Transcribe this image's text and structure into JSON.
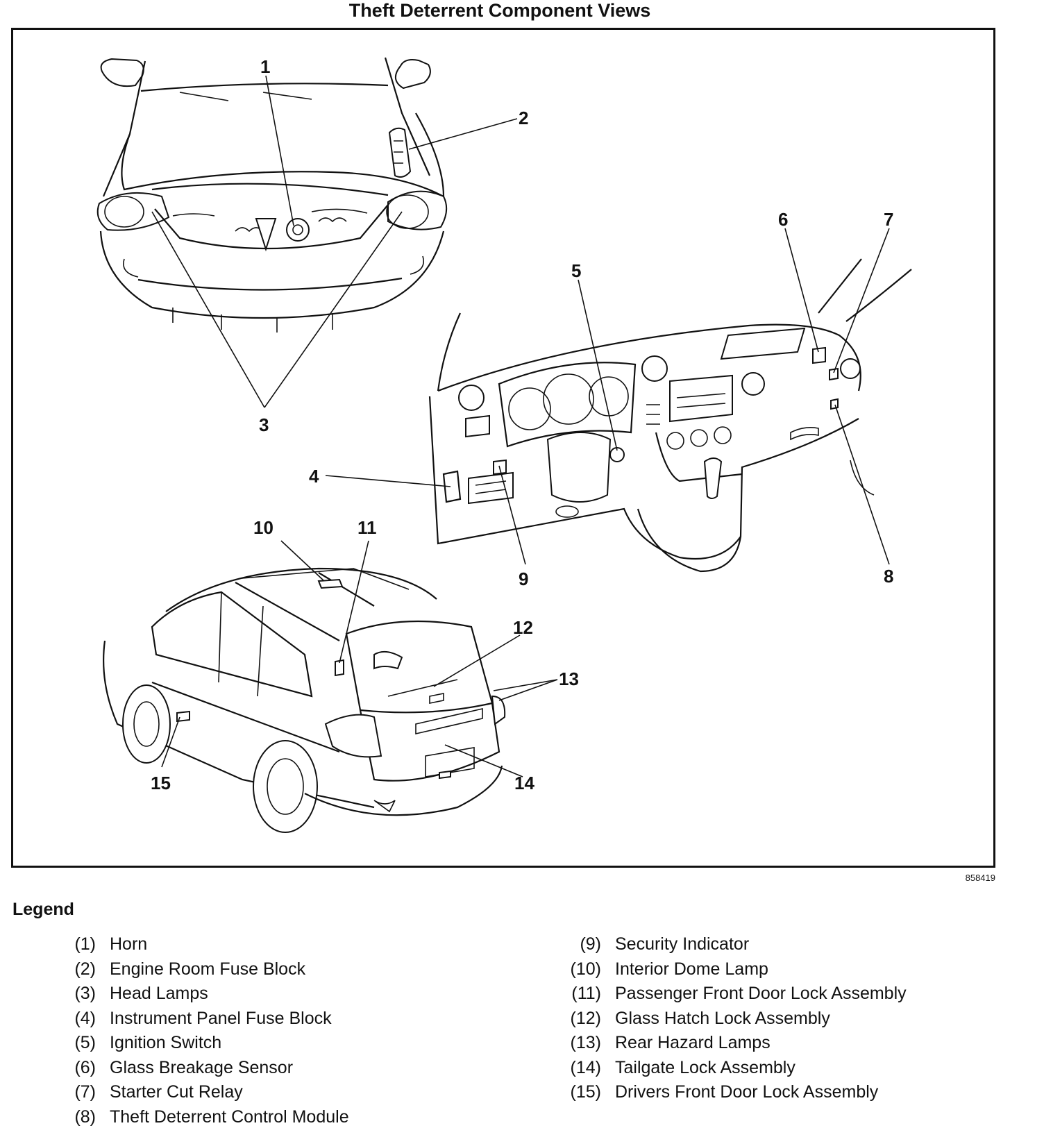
{
  "title": "Theft Deterrent Component Views",
  "figure_id": "858419",
  "callouts": [
    "1",
    "2",
    "3",
    "4",
    "5",
    "6",
    "7",
    "8",
    "9",
    "10",
    "11",
    "12",
    "13",
    "14",
    "15"
  ],
  "legend": {
    "heading": "Legend",
    "items": [
      {
        "num": "(1)",
        "label": "Horn"
      },
      {
        "num": "(2)",
        "label": "Engine Room Fuse Block"
      },
      {
        "num": "(3)",
        "label": "Head Lamps"
      },
      {
        "num": "(4)",
        "label": "Instrument Panel Fuse Block"
      },
      {
        "num": "(5)",
        "label": "Ignition Switch"
      },
      {
        "num": "(6)",
        "label": "Glass Breakage Sensor"
      },
      {
        "num": "(7)",
        "label": "Starter Cut Relay"
      },
      {
        "num": "(8)",
        "label": "Theft Deterrent Control Module"
      },
      {
        "num": "(9)",
        "label": "Security Indicator"
      },
      {
        "num": "(10)",
        "label": "Interior Dome Lamp"
      },
      {
        "num": "(11)",
        "label": "Passenger Front Door Lock Assembly"
      },
      {
        "num": "(12)",
        "label": "Glass Hatch Lock Assembly"
      },
      {
        "num": "(13)",
        "label": "Rear Hazard Lamps"
      },
      {
        "num": "(14)",
        "label": "Tailgate Lock Assembly"
      },
      {
        "num": "(15)",
        "label": "Drivers Front Door Lock Assembly"
      }
    ]
  }
}
